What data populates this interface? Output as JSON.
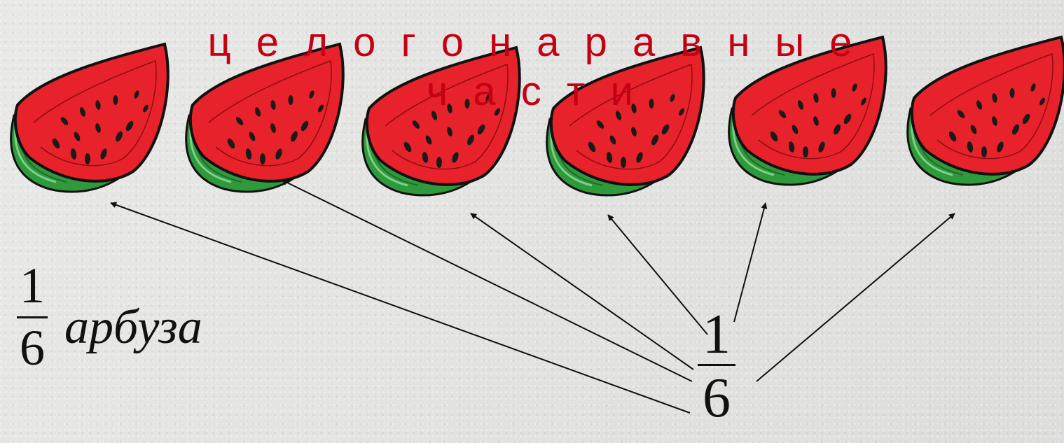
{
  "title": {
    "line1": "ц е л о г о   н а   р а в н ы е",
    "line2": "ч а с т и"
  },
  "left_fraction": {
    "numerator": "1",
    "denominator": "6",
    "word": "арбуза"
  },
  "center_fraction": {
    "numerator": "1",
    "denominator": "6"
  },
  "slices": {
    "count": 6,
    "icon": "watermelon-slice-icon"
  },
  "colors": {
    "title": "#c40012",
    "flesh": "#e8222a",
    "rind": "#2f9a3c",
    "seed": "#1a1a1a",
    "arrow": "#111111"
  }
}
